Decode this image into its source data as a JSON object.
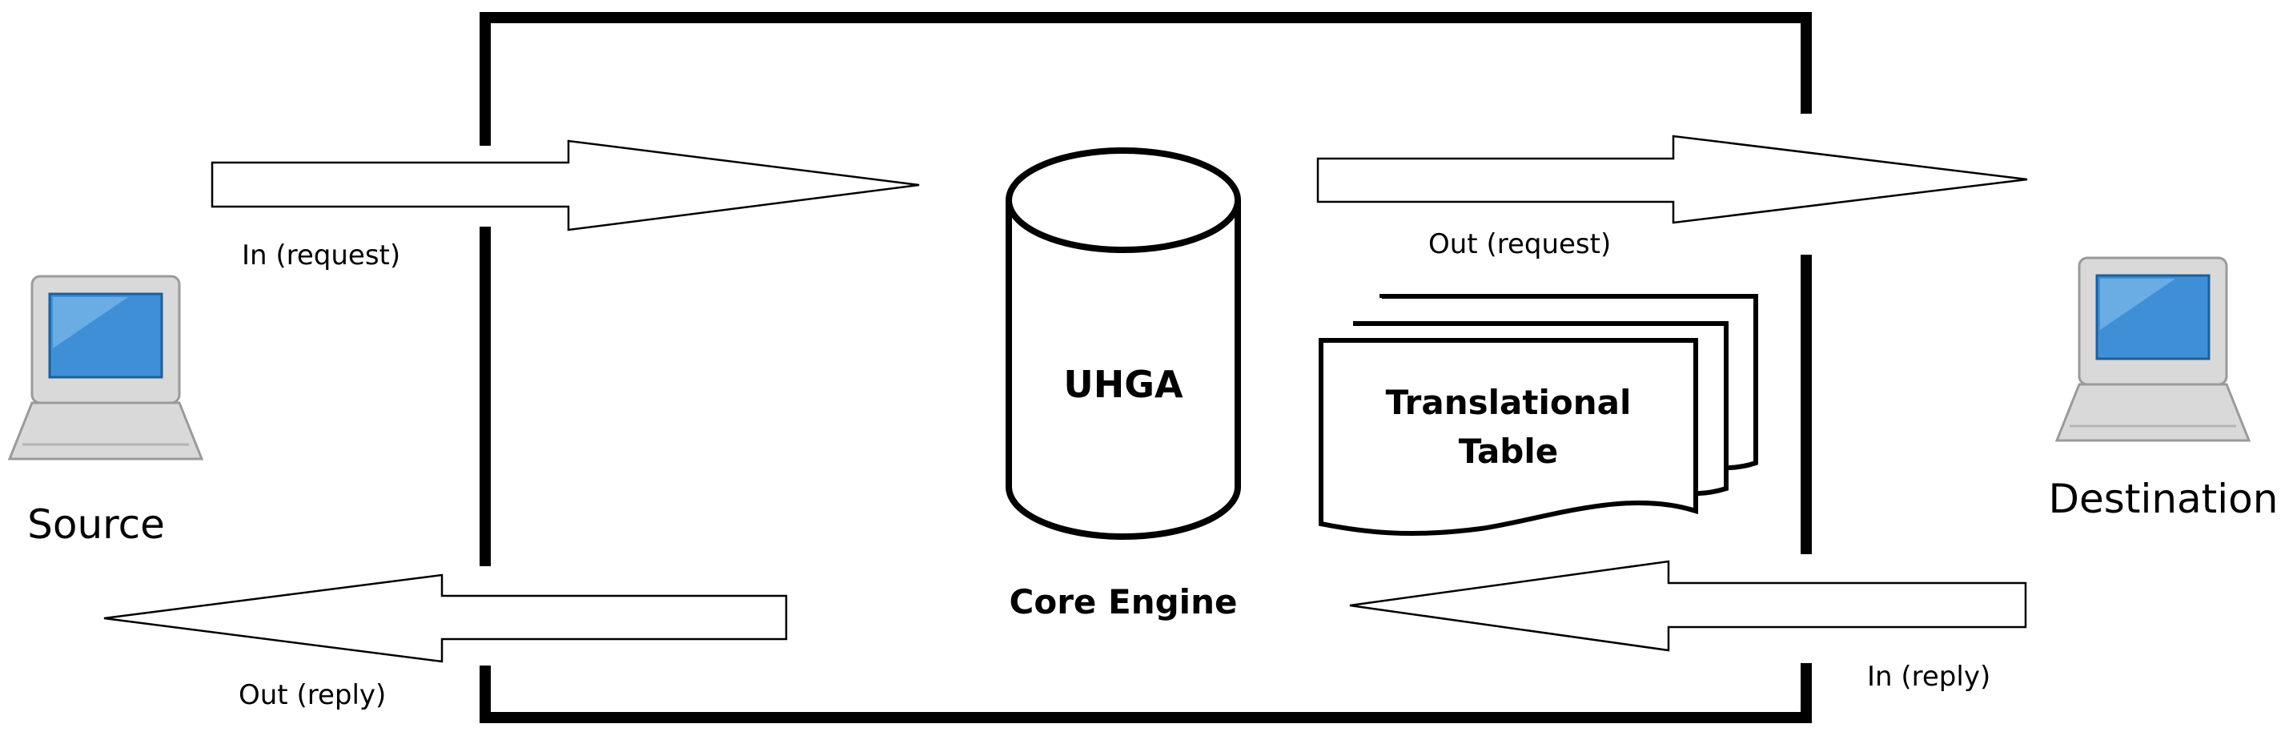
{
  "colors": {
    "stroke": "#000000",
    "screen": "#3f8fd6",
    "screen_highlight": "#8ec4f0",
    "laptop_body": "#d9d9d9",
    "laptop_shadow": "#b5b5b5",
    "background": "#ffffff"
  },
  "labels": {
    "in_request": "In (request)",
    "out_request": "Out (request)",
    "out_reply": "Out (reply)",
    "in_reply": "In (reply)",
    "source": "Source",
    "destination": "Destination",
    "uhga": "UHGA",
    "core_engine": "Core Engine",
    "translational_line1": "Translational",
    "translational_line2": "Table"
  },
  "icons": {
    "source": "laptop-icon",
    "destination": "laptop-icon",
    "database": "cylinder-icon",
    "document": "stacked-documents-icon"
  }
}
